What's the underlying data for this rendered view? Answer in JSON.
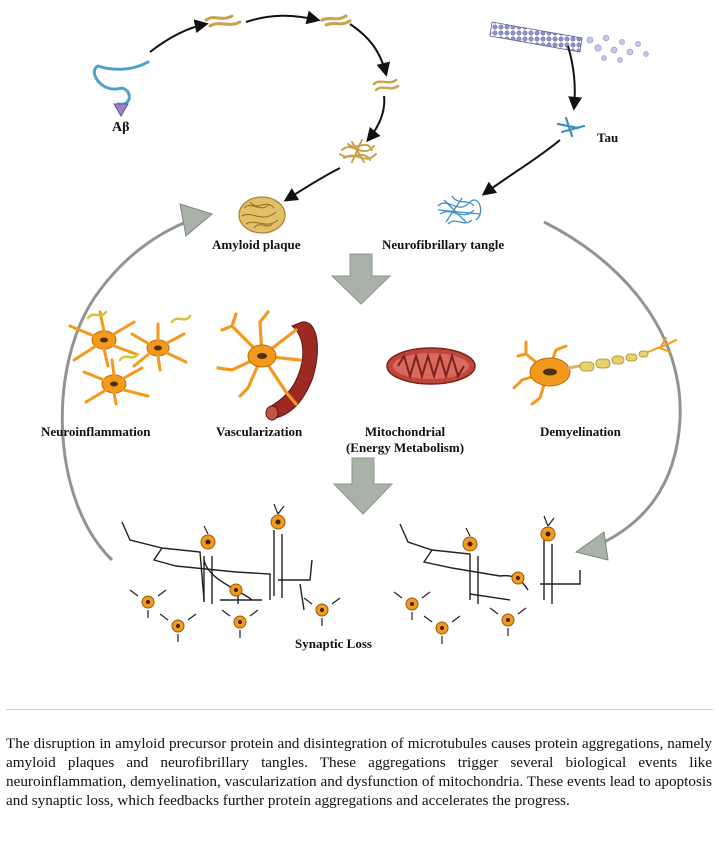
{
  "labels": {
    "abeta": "Aβ",
    "tau": "Tau",
    "amyloid_plaque": "Amyloid plaque",
    "neurofibrillary_tangle": "Neurofibrillary tangle",
    "neuroinflammation": "Neuroinflammation",
    "vascularization": "Vascularization",
    "mitochondrial_line1": "Mitochondrial",
    "mitochondrial_line2": "(Energy Metabolism)",
    "demyelination": "Demyelination",
    "synaptic_loss": "Synaptic Loss"
  },
  "caption": "The disruption in amyloid precursor protein and disintegration of microtubules causes protein aggregations, namely amyloid plaques and neurofibrillary tangles. These aggregations trigger several biological events like neuroinflammation, demyelination, vascularization and dysfunction of mitochondria. These events lead to apoptosis and synaptic loss, which feedbacks further protein aggregations and accelerates the progress.",
  "colors": {
    "neuron_orange": "#f39a1d",
    "amyloid_tan": "#d8b25a",
    "tangle_blue": "#3f8fc4",
    "vessel_red": "#9c2a22",
    "mito_red": "#c0453a",
    "big_arrow_gray": "#a9b2a9",
    "cycle_arrow_gray": "#8a8a8a"
  }
}
